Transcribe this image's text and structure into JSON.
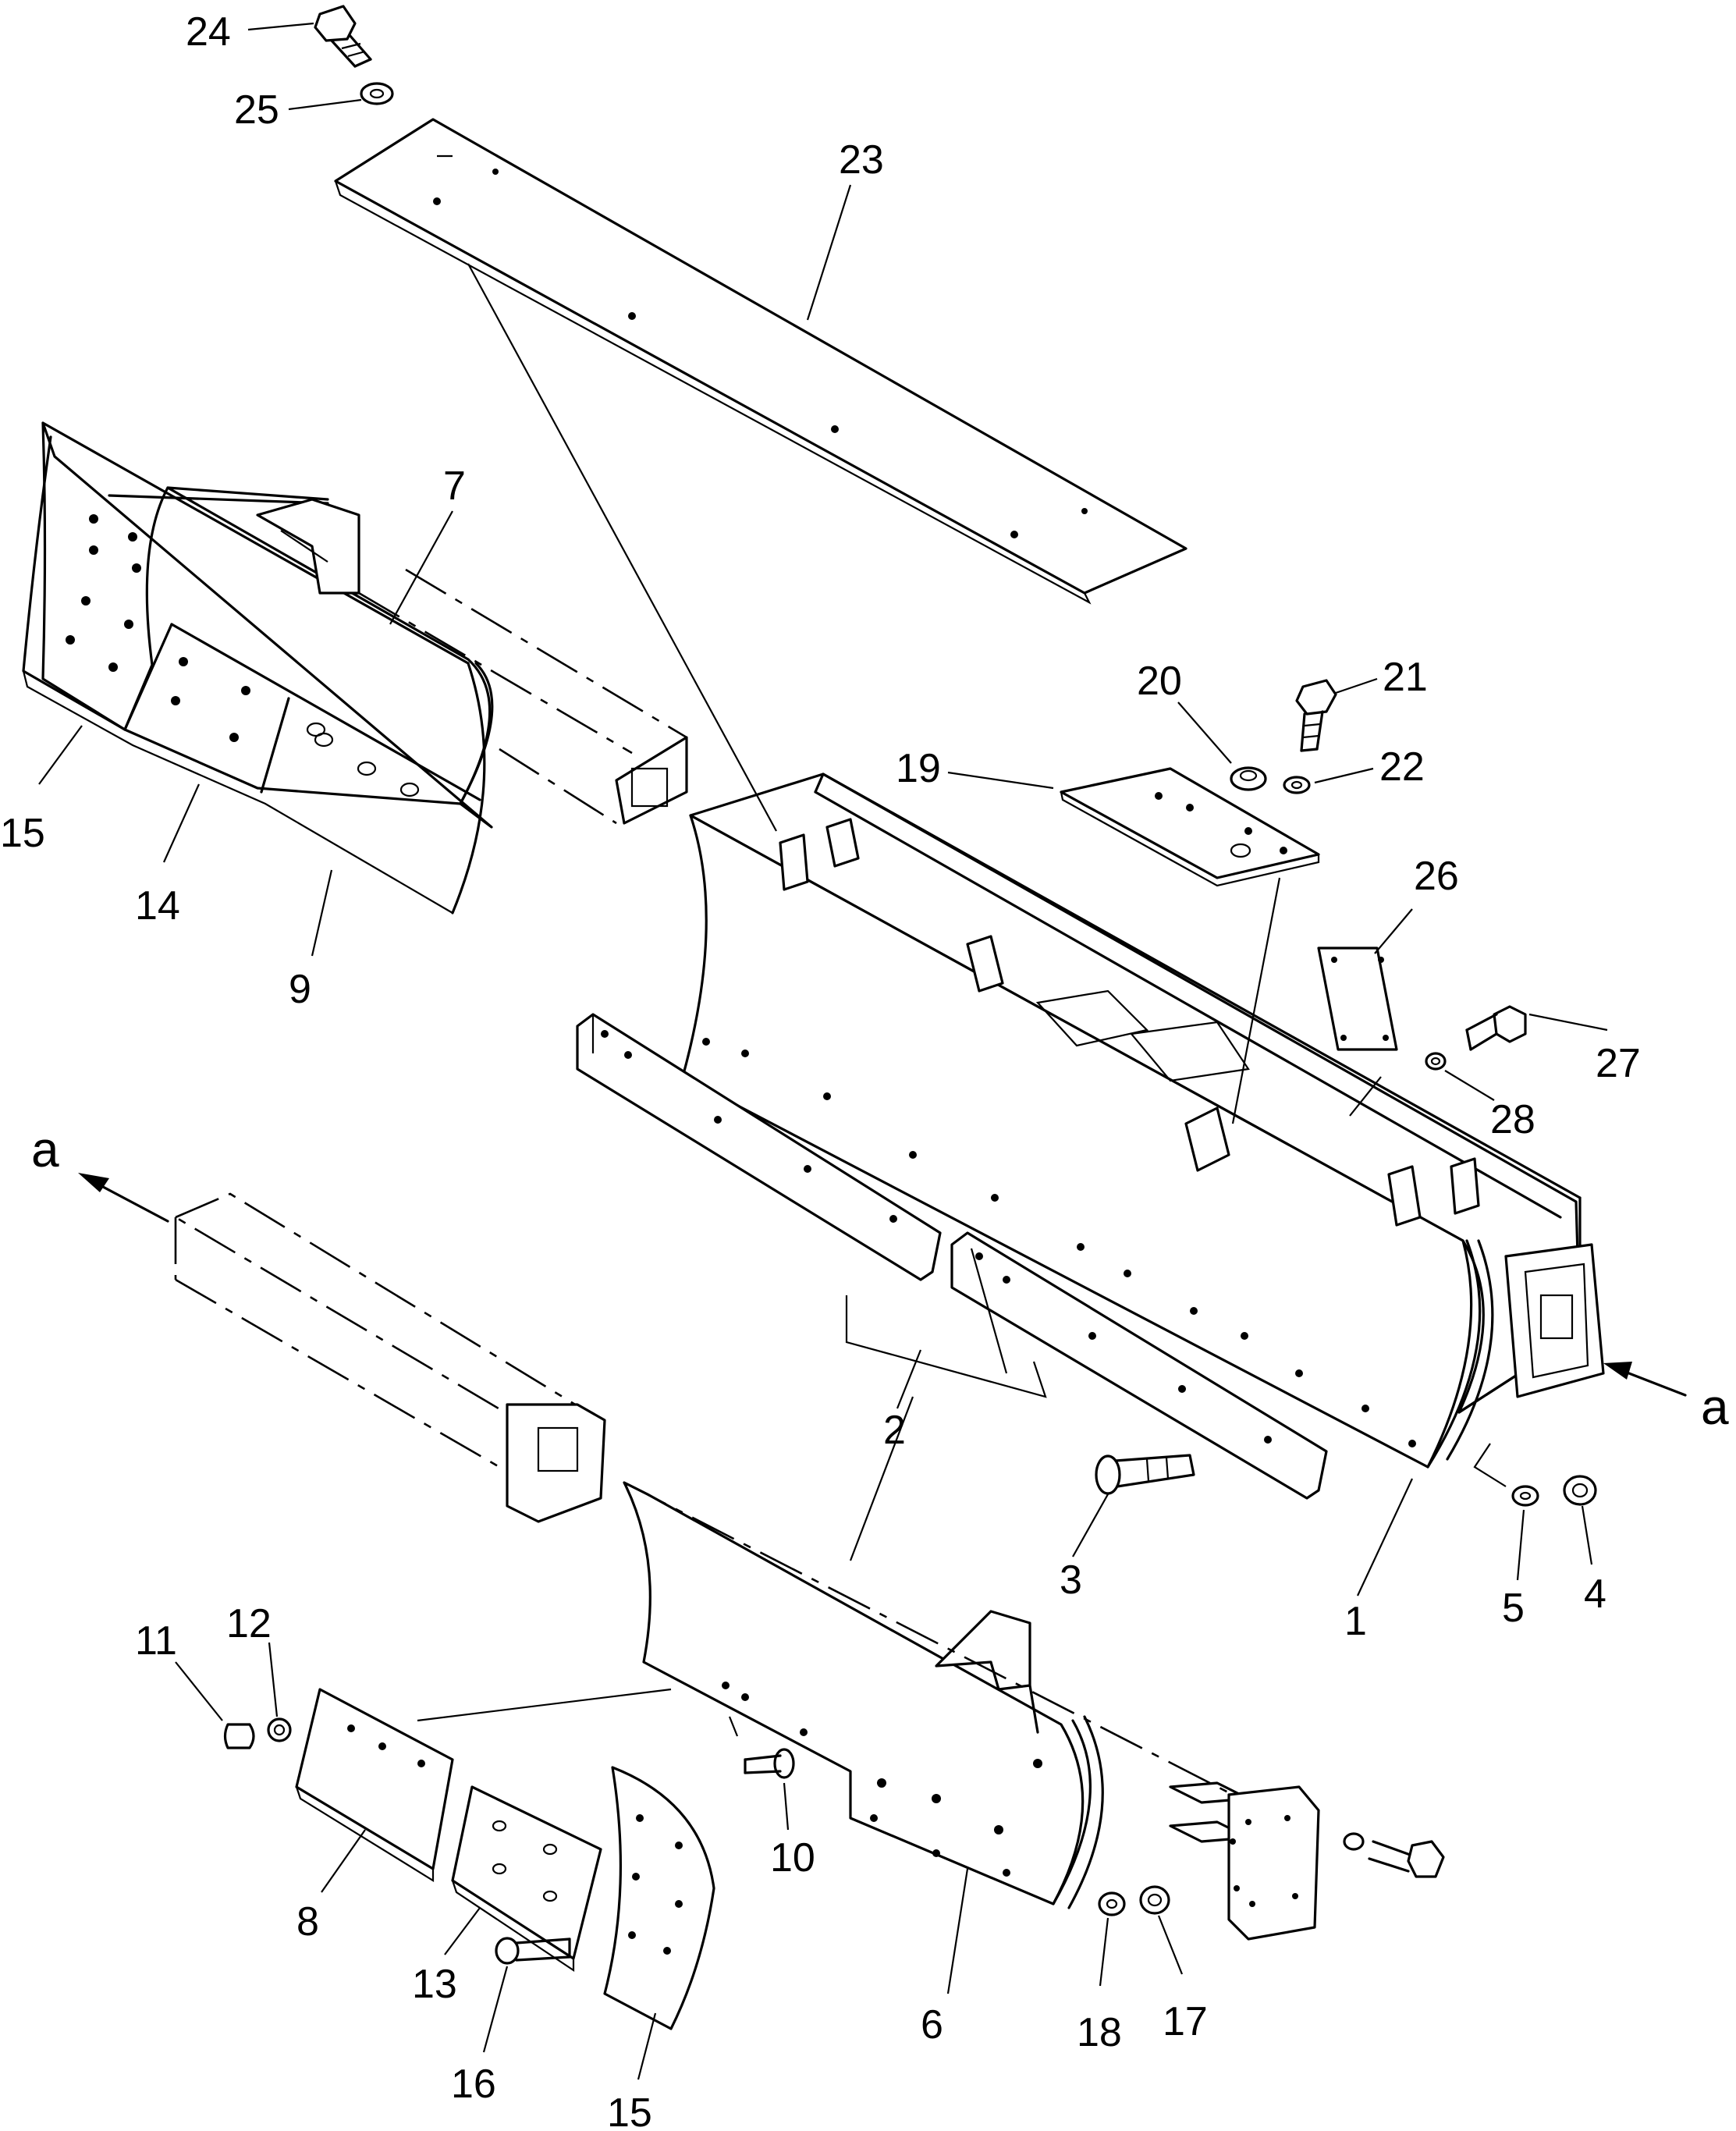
{
  "labels": {
    "l1": "1",
    "l2": "2",
    "l3": "3",
    "l4": "4",
    "l5": "5",
    "l6": "6",
    "l7": "7",
    "l8": "8",
    "l9": "9",
    "l10": "10",
    "l11": "11",
    "l12": "12",
    "l13": "13",
    "l14": "14",
    "l15a": "15",
    "l15b": "15",
    "l16": "16",
    "l17": "17",
    "l18": "18",
    "l19": "19",
    "l20": "20",
    "l21": "21",
    "l22": "22",
    "l23": "23",
    "l24": "24",
    "l25": "25",
    "l26": "26",
    "l27": "27",
    "l28": "28"
  },
  "view_markers": {
    "left": "a",
    "right": "a"
  }
}
